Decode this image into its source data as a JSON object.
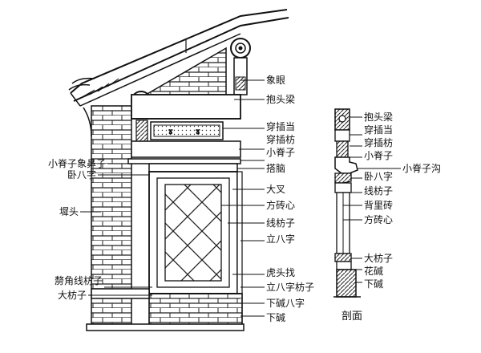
{
  "elevation_labels": {
    "xiangyan": "象眼",
    "baotouliang": "抱头梁",
    "chuanchadang": "穿插当",
    "chuanchafang": "穿插枋",
    "xiaojizi": "小脊子",
    "danao": "搭脑",
    "dacha": "大叉",
    "fangzhuanxin": "方砖心",
    "xianfangzi": "线枋子",
    "libazi": "立八字",
    "hutouzhao": "虎头找",
    "libazi_fangzi": "立八字枋子",
    "xiajian_bazi": "下碱八字",
    "xiajian": "下碱",
    "xiaojizi_xiangbizi": "小脊子象鼻子",
    "wobazi": "卧八字",
    "saitou": "墀头",
    "kejiao_xianfangzi": "剺角线枋子",
    "dafangzi": "大枋子"
  },
  "section_labels": {
    "baotouliang": "抱头梁",
    "chuanchadang": "穿插当",
    "chuanchafang": "穿插枋",
    "xiaojizi": "小脊子",
    "xiaojizigou": "小脊子沟",
    "wobazi": "卧八字",
    "xianfangzi": "线枋子",
    "beilizhuan": "背里砖",
    "fangzhuanxin": "方砖心",
    "dafangzi": "大枋子",
    "huajian": "花碱",
    "xiajian": "下碱",
    "caption": "剖面"
  }
}
